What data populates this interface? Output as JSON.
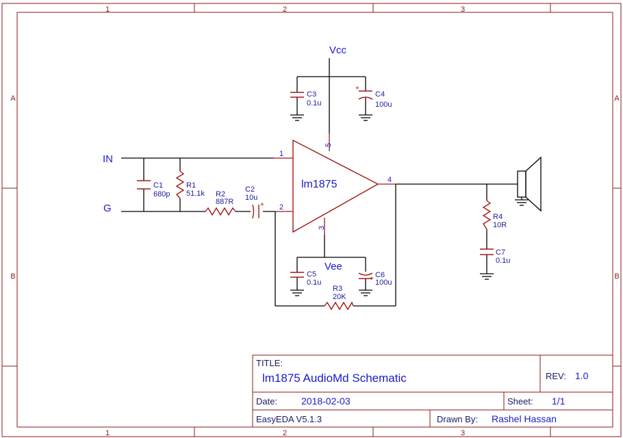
{
  "frame": {
    "columns": [
      "1",
      "2",
      "3"
    ],
    "rows": [
      "A",
      "B"
    ]
  },
  "nets": {
    "in": "IN",
    "g": "G",
    "vcc": "Vcc",
    "vee": "Vee"
  },
  "opamp": {
    "label": "lm1875",
    "pins": {
      "p1": "1",
      "p2": "2",
      "p3": "3",
      "p4": "4",
      "p5": "5"
    }
  },
  "components": {
    "C1": {
      "ref": "C1",
      "value": "680p"
    },
    "R1": {
      "ref": "R1",
      "value": "51.1k"
    },
    "R2": {
      "ref": "R2",
      "value": "887R"
    },
    "C2": {
      "ref": "C2",
      "value": "10u"
    },
    "C3": {
      "ref": "C3",
      "value": "0.1u"
    },
    "C4": {
      "ref": "C4",
      "value": "100u"
    },
    "C5": {
      "ref": "C5",
      "value": "0.1u"
    },
    "C6": {
      "ref": "C6",
      "value": "100u"
    },
    "R3": {
      "ref": "R3",
      "value": "20K"
    },
    "R4": {
      "ref": "R4",
      "value": "10R"
    },
    "C7": {
      "ref": "C7",
      "value": "0.1u"
    }
  },
  "title_block": {
    "title_label": "TITLE:",
    "title": "lm1875 AudioMd Schematic",
    "rev_label": "REV:",
    "rev": "1.0",
    "date_label": "Date:",
    "date": "2018-02-03",
    "sheet_label": "Sheet:",
    "sheet": "1/1",
    "tool": "EasyEDA V5.1.3",
    "drawn_label": "Drawn By:",
    "drawn_by": "Rashel Hassan"
  }
}
